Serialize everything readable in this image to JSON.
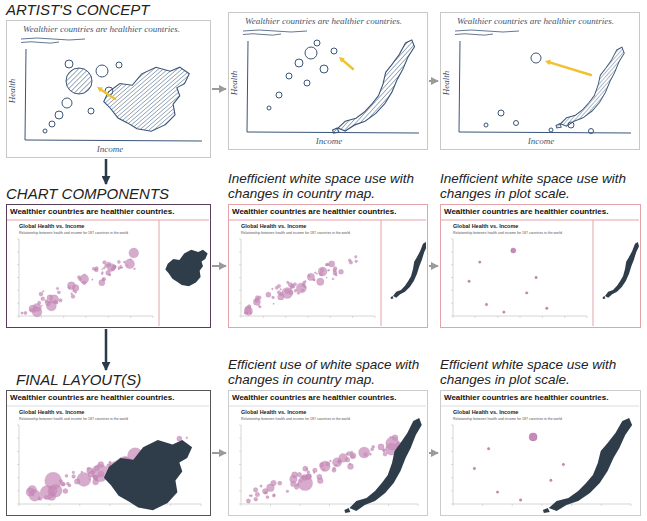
{
  "diagram": {
    "nodes": [
      {
        "text": [
          "ARTIST'S CONCEPT",
          "Wealthier countries are healthier countries.",
          "Health",
          "Income"
        ]
      },
      {
        "text": [
          "Wealthier countries are healthier countries.",
          "Health",
          "Income"
        ]
      },
      {
        "text": [
          "Wealthier countries are healthier countries.",
          "Health",
          "Income"
        ]
      },
      {
        "text": [
          "CHART COMPONENTS",
          "Wealthier countries are healthier countries.",
          "Global Health vs. Income",
          "Relationship between health and income for 187 countries in the world"
        ]
      },
      {
        "text": [
          "Inefficient white space use with changes in country map.",
          "Wealthier countries are healthier countries.",
          "Global Health vs. Income",
          "Relationship between health and income for 187 countries in the world"
        ]
      },
      {
        "text": [
          "Inefficient white space use with changes in plot scale.",
          "Wealthier countries are healthier countries.",
          "Global Health vs. Income",
          "Relationship between health and income for 187 countries in the world"
        ]
      },
      {
        "text": [
          "FINAL LAYOUT(S)",
          "Wealthier countries are healthier countries.",
          "Global Health vs. Income",
          "Relationship between health and income for 187 countries in the world"
        ]
      },
      {
        "text": [
          "Efficient use of white space with changes in country map.",
          "Wealthier countries are healthier countries.",
          "Global Health vs. Income",
          "Relationship between health and income for 187 countries in the world"
        ]
      },
      {
        "text": [
          "Efficient white space use with changes in plot scale.",
          "Wealthier countries are healthier countries.",
          "Global Health vs. Income",
          "Relationship between health and income for 187 countries in the world"
        ]
      }
    ],
    "edges": [
      {
        "from": 0,
        "to": 1,
        "arrow": "to"
      },
      {
        "from": 1,
        "to": 2,
        "arrow": "to"
      },
      {
        "from": 0,
        "to": 3,
        "arrow": "to"
      },
      {
        "from": 3,
        "to": 4,
        "arrow": "to"
      },
      {
        "from": 4,
        "to": 5,
        "arrow": "to"
      },
      {
        "from": 3,
        "to": 6,
        "arrow": "to"
      },
      {
        "from": 6,
        "to": 7,
        "arrow": "to"
      },
      {
        "from": 7,
        "to": 8,
        "arrow": "to"
      }
    ]
  }
}
